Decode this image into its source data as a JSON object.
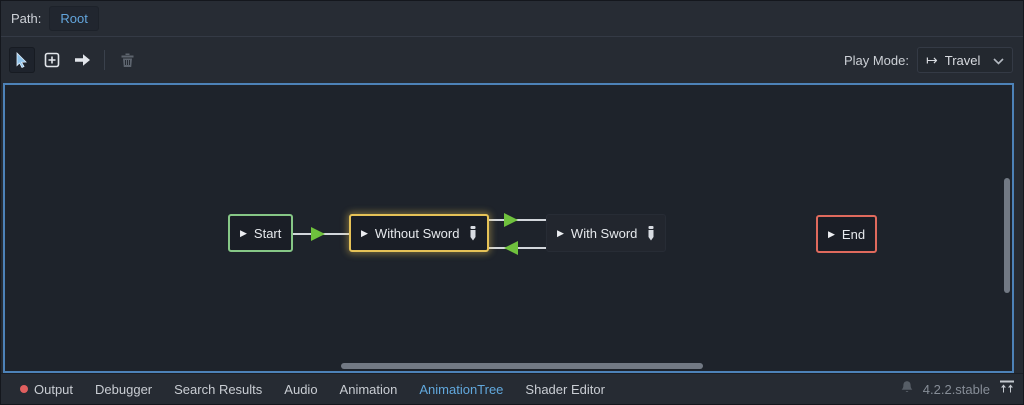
{
  "path_bar": {
    "label": "Path:",
    "root": "Root"
  },
  "toolbar": {
    "tools": [
      {
        "name": "select-tool",
        "icon": "cursor-icon",
        "selected": true
      },
      {
        "name": "create-node-tool",
        "icon": "add-node-icon",
        "selected": false
      },
      {
        "name": "connect-nodes-tool",
        "icon": "connect-arrow-icon",
        "selected": false
      },
      {
        "name": "remove-tool",
        "icon": "trash-icon",
        "disabled": true
      }
    ],
    "play_mode_label": "Play Mode:",
    "play_mode_value": "Travel",
    "play_mode_icon": "travel-icon",
    "travel_glyph": "↦"
  },
  "graph": {
    "nodes": [
      {
        "id": "start",
        "label": "Start",
        "type": "start",
        "border_color": "#86c786",
        "has_edit": false
      },
      {
        "id": "without-sword",
        "label": "Without Sword",
        "type": "animation",
        "border_color": "#e6c257",
        "selected": true,
        "has_edit": true
      },
      {
        "id": "with-sword",
        "label": "With Sword",
        "type": "animation",
        "border_color": "none",
        "has_edit": true
      },
      {
        "id": "end",
        "label": "End",
        "type": "end",
        "border_color": "#e06a5d",
        "has_edit": false
      }
    ],
    "transitions": [
      {
        "from": "Start",
        "to": "Without Sword",
        "direction": "right"
      },
      {
        "from": "Without Sword",
        "to": "With Sword",
        "direction": "right"
      },
      {
        "from": "With Sword",
        "to": "Without Sword",
        "direction": "left"
      }
    ],
    "play_glyph": "▶",
    "arrow_color": "#6fc13d",
    "focus_border_color": "#4d82b8"
  },
  "bottom_bar": {
    "tabs": [
      "Output",
      "Debugger",
      "Search Results",
      "Audio",
      "Animation",
      "AnimationTree",
      "Shader Editor"
    ],
    "active_tab": "AnimationTree",
    "version": "4.2.2.stable"
  },
  "colors": {
    "background": "#262b33",
    "graph_background": "#1e232b",
    "accent_blue": "#63a5dc",
    "status_red": "#e05f5f"
  }
}
